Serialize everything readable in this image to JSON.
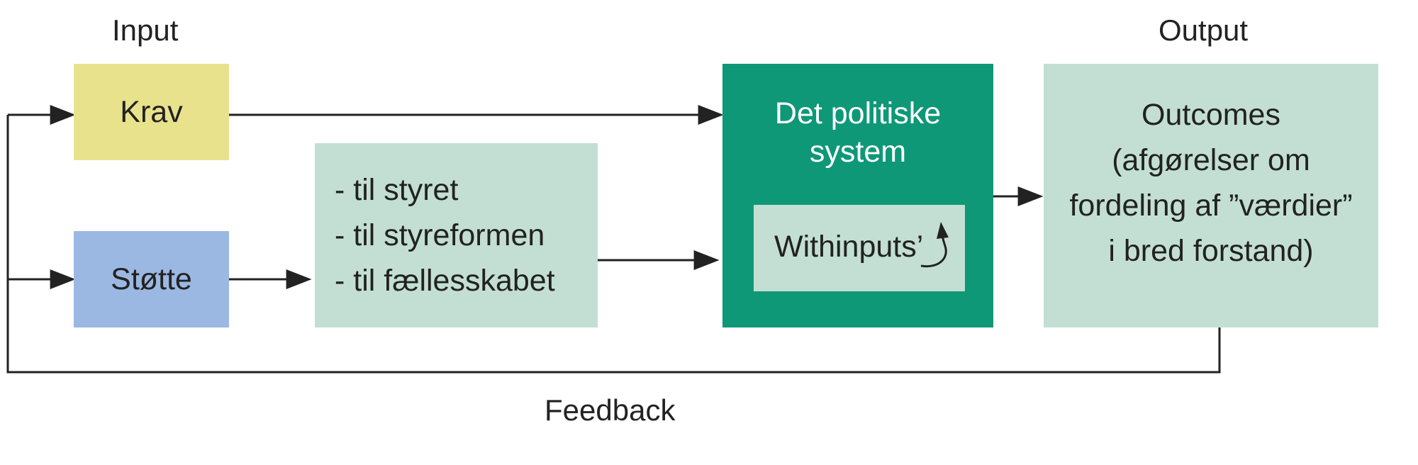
{
  "labels": {
    "input": "Input",
    "output": "Output",
    "feedback": "Feedback"
  },
  "boxes": {
    "krav": {
      "text": "Krav",
      "color": "#e9e28c"
    },
    "stotte": {
      "text": "Støtte",
      "color": "#9bb8e2"
    },
    "support_targets": {
      "lines": [
        "- til styret",
        "- til styreformen",
        "- til fællesskabet"
      ],
      "color": "#c3dfd3"
    },
    "political_system": {
      "lines": [
        "Det politiske",
        "system"
      ],
      "color": "#0e9877",
      "text_color": "#ffffff"
    },
    "withinputs": {
      "text": "Withinputs’",
      "color": "#c3dfd3"
    },
    "outcomes": {
      "lines": [
        "Outcomes",
        "(afgørelser om",
        "fordeling af ”værdier”",
        "i bred forstand)"
      ],
      "color": "#c3dfd3"
    }
  },
  "arrow_color": "#222222"
}
